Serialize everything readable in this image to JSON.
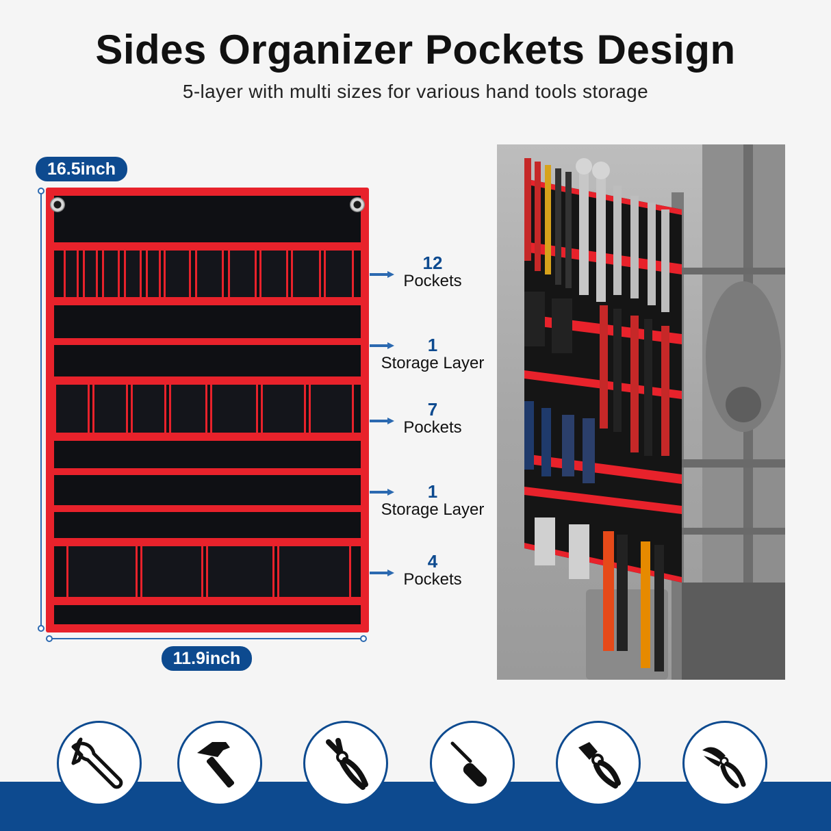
{
  "header": {
    "title": "Sides Organizer Pockets Design",
    "subtitle": "5-layer with multi sizes for various hand tools storage"
  },
  "dimensions": {
    "height_label": "16.5inch",
    "width_label": "11.9inch"
  },
  "layers": [
    {
      "number": "12",
      "label": "Pockets"
    },
    {
      "number": "1",
      "label": "Storage Layer"
    },
    {
      "number": "7",
      "label": "Pockets"
    },
    {
      "number": "1",
      "label": "Storage Layer"
    },
    {
      "number": "4",
      "label": "Pockets"
    }
  ],
  "colors": {
    "brand_blue": "#0d4a8f",
    "organizer_red": "#e8222b",
    "organizer_black": "#0f1014"
  },
  "icons": [
    "wrench-icon",
    "hammer-icon",
    "pliers-icon",
    "screwdriver-icon",
    "combination-pliers-icon",
    "pruning-shears-icon"
  ]
}
